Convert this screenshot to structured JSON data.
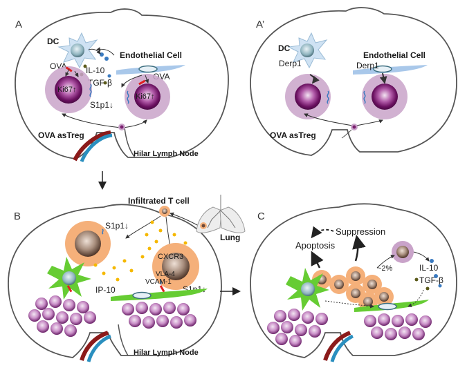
{
  "panels": {
    "A": {
      "letter": "A",
      "dc": "DC",
      "endothelial": "Endothelial Cell",
      "ova_dc": "OVA",
      "ova_endo": "OVA",
      "il10": "IL-10",
      "tgfb": "TGF-β",
      "ki67_left": "Ki67↑",
      "ki67_right": "Ki67↑",
      "s1p1": "S1p1↓",
      "treg": "OVA asTreg",
      "node": "Hilar Lymph Node"
    },
    "A2": {
      "letter": "A’",
      "dc": "DC",
      "endothelial": "Endothelial Cell",
      "derp_dc": "Derp1",
      "derp_endo": "Derp1",
      "treg": "OVA asTreg"
    },
    "B": {
      "letter": "B",
      "infiltrated": "Infiltrated T cell",
      "lung": "Lung",
      "s1p1_top": "S1p1↓",
      "cxcr3": "CXCR3",
      "vla4": "VLA-4",
      "vcam1": "VCAM-1",
      "ip10": "IP-10",
      "s1p1_right": "S1p1↓",
      "node": "Hilar Lymph Node"
    },
    "C": {
      "letter": "C",
      "suppression": "Suppression",
      "apoptosis": "Apoptosis",
      "percent": "~2%",
      "il10": "IL-10",
      "tgfb": "TGF-β"
    }
  },
  "colors": {
    "outline": "#555555",
    "treg_outer": "#c9a3c9",
    "treg_inner": "#7a1f6e",
    "dc_body": "#cfe2f3",
    "dc_green": "#66cc33",
    "endothelium": "#a9c8ea",
    "effector": "#f5b07a",
    "cytokine_blue": "#3a7ac0",
    "cytokine_olive": "#5a5a1a",
    "chemokine": "#f5b800",
    "artery": "#8b1a1a",
    "vein": "#2a8fbf",
    "cluster": "#6b2a6b"
  }
}
